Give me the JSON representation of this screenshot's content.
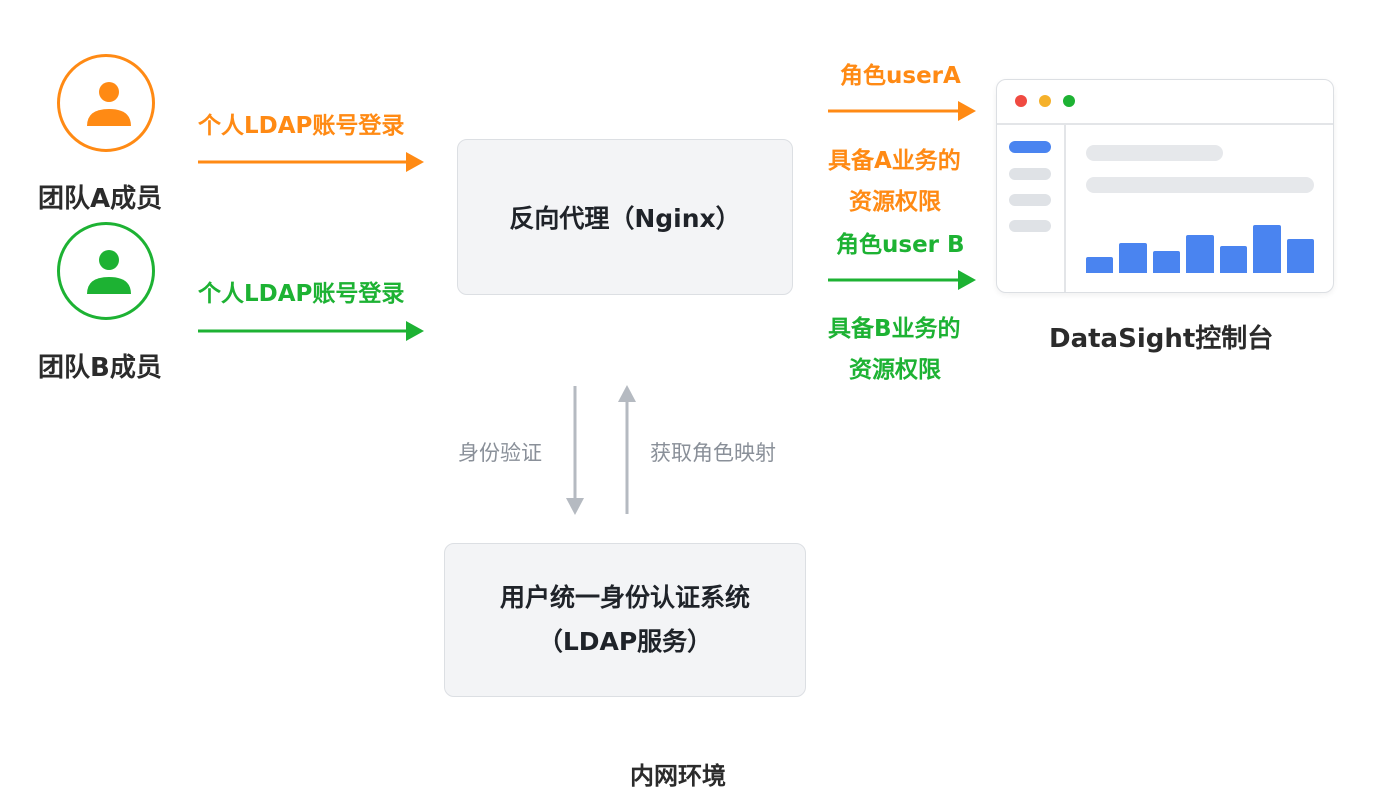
{
  "colors": {
    "team_a": "#ff8a14",
    "team_b": "#1db233",
    "gray_arrow": "#b5bac1",
    "chart_bar": "#4a84f0"
  },
  "members": [
    {
      "label": "团队A成员",
      "icon": "user-icon"
    },
    {
      "label": "团队B成员",
      "icon": "user-icon"
    }
  ],
  "login_labels": {
    "team_a": "个人LDAP账号登录",
    "team_b": "个人LDAP账号登录"
  },
  "proxy": {
    "label": "反向代理（Nginx）"
  },
  "roles": {
    "team_a": {
      "role": "角色userA",
      "perm_line1": "具备A业务的",
      "perm_line2": "资源权限"
    },
    "team_b": {
      "role": "角色user B",
      "perm_line1": "具备B业务的",
      "perm_line2": "资源权限"
    }
  },
  "auth_flow": {
    "down_label": "身份验证",
    "up_label": "获取角色映射"
  },
  "ldap_box": {
    "line1": "用户统一身份认证系统",
    "line2": "（LDAP服务）"
  },
  "console": {
    "label": "DataSight控制台",
    "window_dots": [
      "#f04a41",
      "#f5b12b",
      "#1db233"
    ],
    "bars": [
      0.33,
      0.62,
      0.45,
      0.79,
      0.57,
      1.0,
      0.71
    ]
  },
  "footer": {
    "label": "内网环境"
  }
}
